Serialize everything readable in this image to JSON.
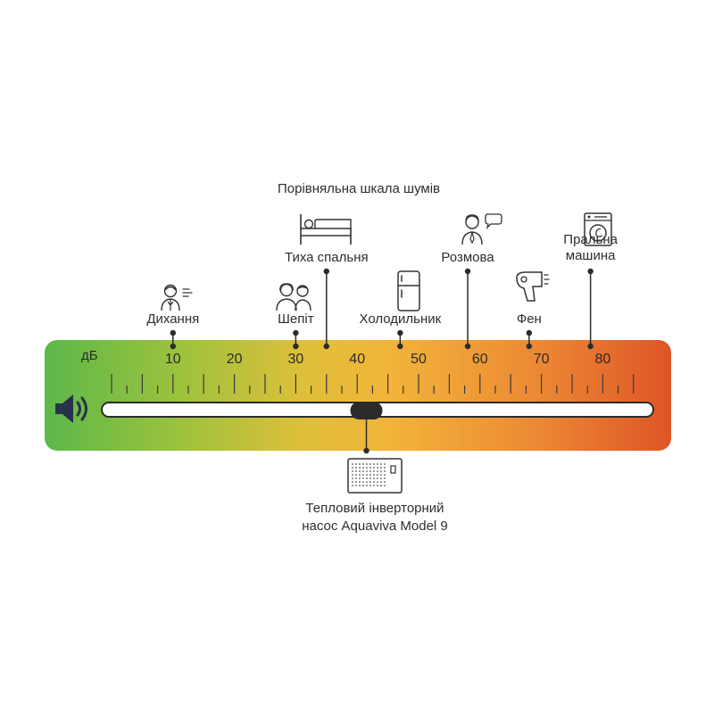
{
  "title": "Порівняльна шкала шумів",
  "unit": "дБ",
  "scale": {
    "min": 0,
    "max": 85,
    "major_ticks": [
      10,
      20,
      30,
      40,
      50,
      60,
      70,
      80
    ],
    "minor_step": 2.5
  },
  "level_bar_value": 41.5,
  "markers": [
    {
      "label": "Дихання",
      "value": 10,
      "icon": "breathing-person-icon",
      "row": "low"
    },
    {
      "label": "Шепіт",
      "value": 30,
      "icon": "whispering-people-icon",
      "row": "low"
    },
    {
      "label": "Тиха спальня",
      "value": 35,
      "icon": "bed-icon",
      "row": "high"
    },
    {
      "label": "Холодильник",
      "value": 47,
      "icon": "refrigerator-icon",
      "row": "low"
    },
    {
      "label": "Розмова",
      "value": 58,
      "icon": "talking-person-icon",
      "row": "high"
    },
    {
      "label": "Фен",
      "value": 68,
      "icon": "hair-dryer-icon",
      "row": "low"
    },
    {
      "label": "Пральна машина",
      "label_lines": [
        "Пральна",
        "машина"
      ],
      "value": 78,
      "icon": "washing-machine-icon",
      "row": "high"
    }
  ],
  "pump": {
    "label_lines": [
      "Тепловий інверторний",
      "насос Aquaviva Model 9"
    ],
    "value": 41.5,
    "icon": "heat-pump-icon"
  },
  "speaker_icon": "speaker-icon",
  "colors": {
    "green": "#5cb84a",
    "yellow": "#f0b73a",
    "red": "#e05a2a",
    "ink": "#2b2b2b"
  }
}
